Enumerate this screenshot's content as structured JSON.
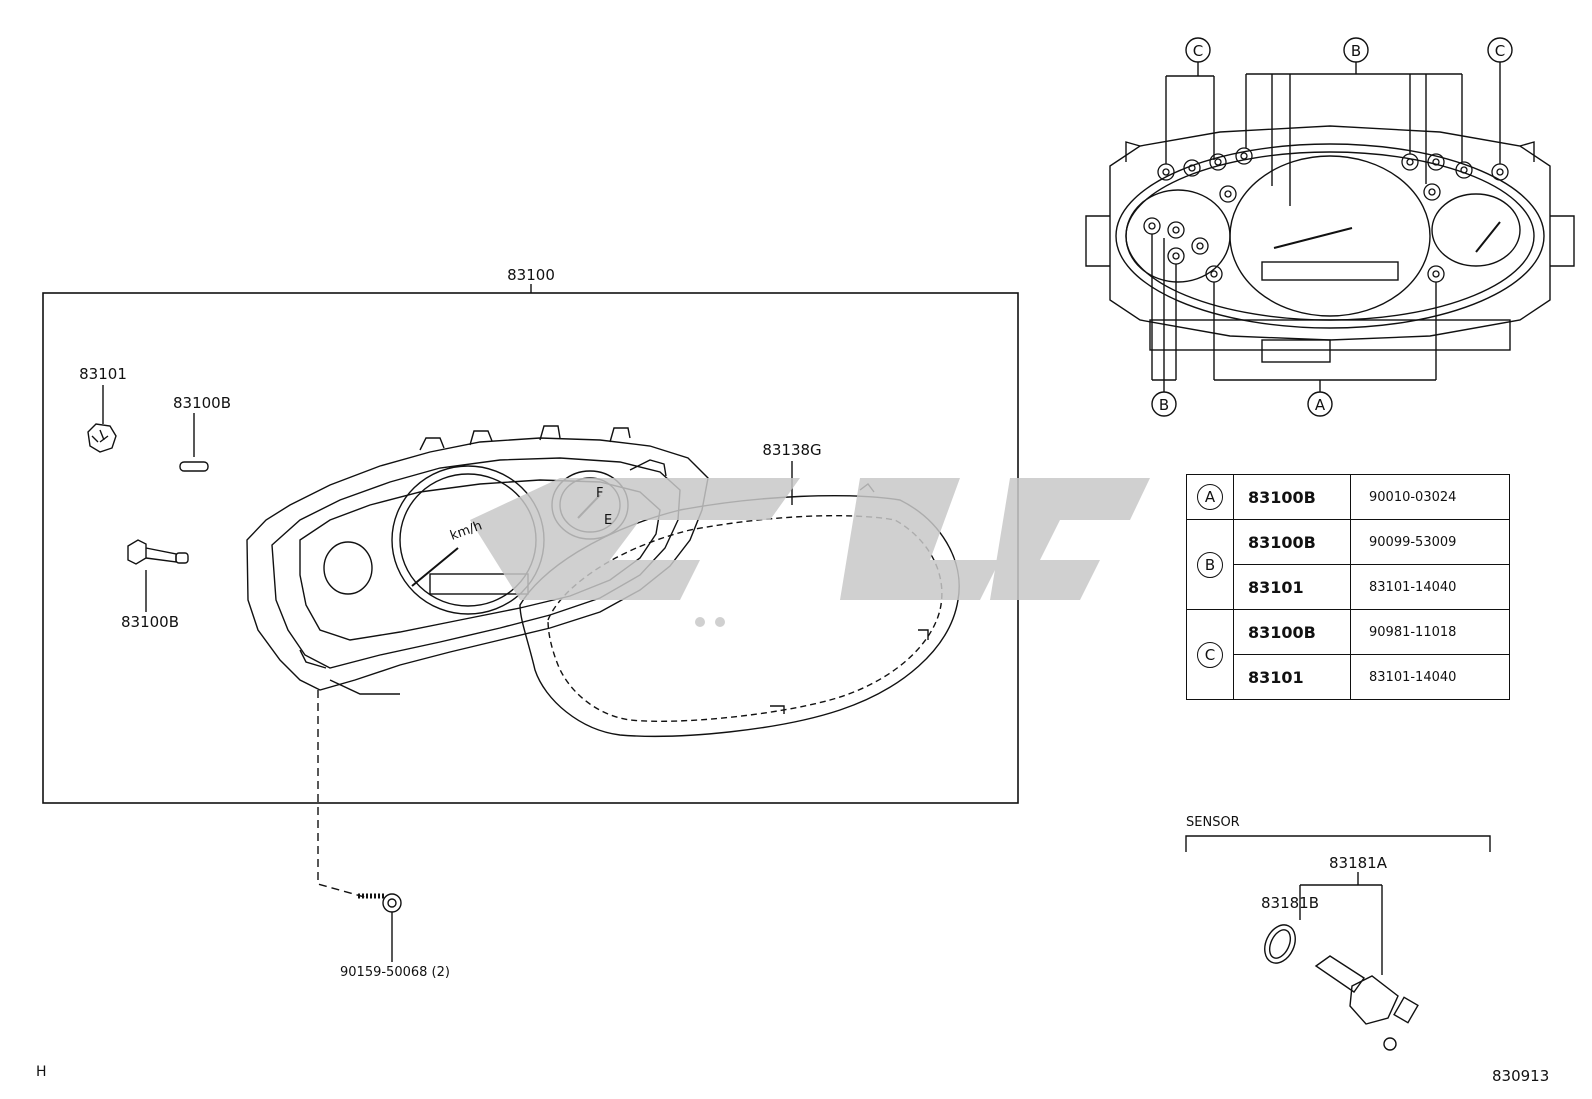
{
  "callouts": {
    "assembly": "83100",
    "bulb_socket_top": "83101",
    "bulb_top": "83100B",
    "bulb_side": "83100B",
    "lens_frame": "83138G",
    "screw": "90159-50068 (2)"
  },
  "key_labels": {
    "top_c_left": "C",
    "top_b": "B",
    "top_c_right": "C",
    "bottom_b": "B",
    "bottom_a": "A"
  },
  "legend_table": {
    "rows": [
      {
        "key": "A",
        "part": "83100B",
        "number": "90010-03024"
      },
      {
        "key": "B",
        "part": "83100B",
        "number": "90099-53009"
      },
      {
        "key": "",
        "part": "83101",
        "number": "83101-14040"
      },
      {
        "key": "C",
        "part": "83100B",
        "number": "90981-11018"
      },
      {
        "key": "",
        "part": "83101",
        "number": "83101-14040"
      }
    ]
  },
  "sensor": {
    "title": "SENSOR",
    "assembly": "83181A",
    "ring": "83181B"
  },
  "footer": {
    "left_mark": "H",
    "diagram_code": "830913"
  },
  "gauge_text": {
    "speed_unit": "km/h",
    "fuel_f": "F",
    "fuel_e": "E"
  }
}
